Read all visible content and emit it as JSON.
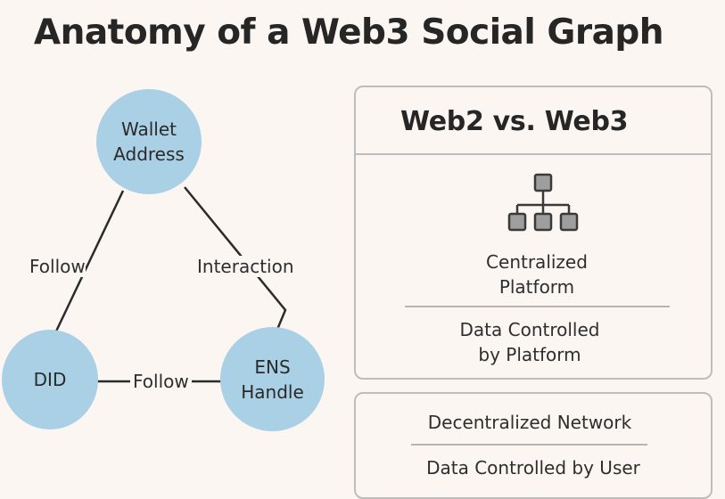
{
  "title": "Anatomy of a Web3 Social Graph",
  "graph": {
    "nodes": {
      "wallet": "Wallet\nAddress",
      "did": "DID",
      "ens": "ENS\nHandle"
    },
    "edges": {
      "wallet_did": "Follow",
      "wallet_ens": "Interaction",
      "did_ens": "Follow"
    }
  },
  "comparison": {
    "title": "Web2 vs. Web3",
    "web2": {
      "icon": "hierarchy-icon",
      "platform": "Centralized\nPlatform",
      "control": "Data Controlled\nby Platform"
    },
    "web3": {
      "network": "Decentralized Network",
      "control": "Data Controlled by User"
    }
  },
  "colors": {
    "node_fill": "#a9d0e5",
    "background": "#fbf6f1",
    "border": "#bdbdbd"
  }
}
